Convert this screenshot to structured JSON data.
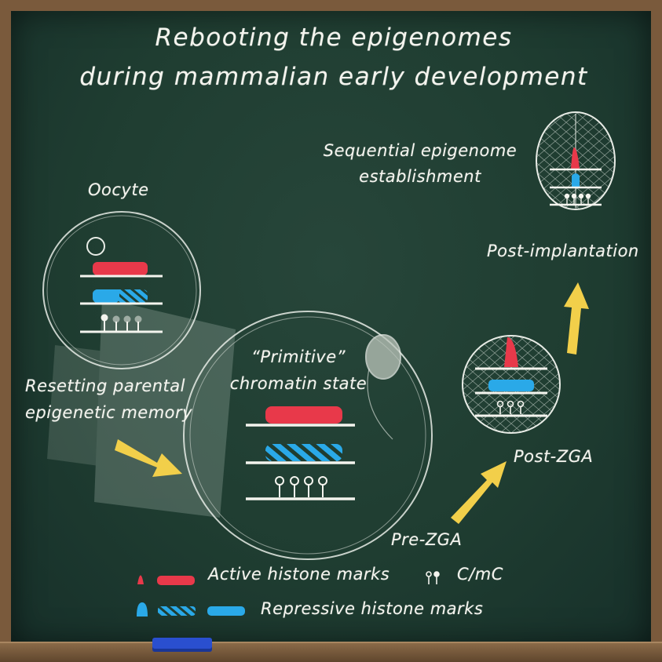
{
  "title": {
    "line1": "Rebooting the epigenomes",
    "line2": "during mammalian early development"
  },
  "stages": {
    "oocyte": "Oocyte",
    "resetting_line1": "Resetting parental",
    "resetting_line2": "epigenetic memory",
    "primitive_line1": "“Primitive”",
    "primitive_line2": "chromatin state",
    "pre_zga": "Pre-ZGA",
    "post_zga": "Post-ZGA",
    "post_implantation": "Post-implantation",
    "sequential_line1": "Sequential epigenome",
    "sequential_line2": "establishment"
  },
  "legend": {
    "active": "Active histone marks",
    "cmc": "C/mC",
    "repressive": "Repressive histone marks"
  },
  "colors": {
    "active_red": "#e8394a",
    "repressive_blue": "#2aa9e8",
    "arrow_yellow": "#f2cf4a",
    "chalk": "#f4f4ee"
  }
}
